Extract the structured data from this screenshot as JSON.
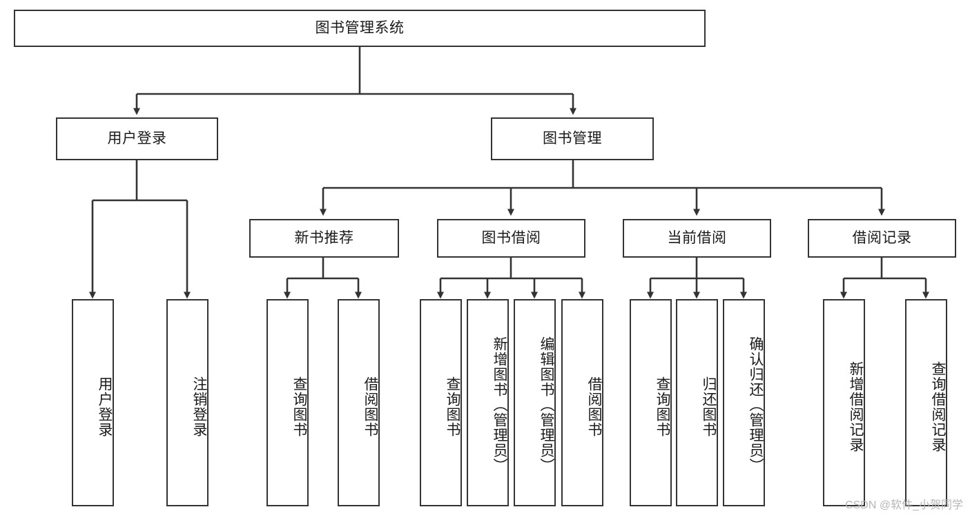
{
  "diagram": {
    "title": "图书管理系统",
    "type": "tree-structure-chart",
    "stroke_color": "#333333",
    "fill_color": "#ffffff",
    "text_color": "#1a1a1a",
    "watermark": "CSDN @软件_小贺同学",
    "nodes": {
      "root": {
        "label": "图书管理系统"
      },
      "level2": [
        {
          "label": "用户登录"
        },
        {
          "label": "图书管理"
        }
      ],
      "level3": [
        {
          "label": "新书推荐"
        },
        {
          "label": "图书借阅"
        },
        {
          "label": "当前借阅"
        },
        {
          "label": "借阅记录"
        }
      ],
      "leaves": {
        "user_login": [
          {
            "label": "用户登录"
          },
          {
            "label": "注销登录"
          }
        ],
        "new_book_recommend": [
          {
            "label": "查询图书"
          },
          {
            "label": "借阅图书"
          }
        ],
        "book_borrow": [
          {
            "label": "查询图书"
          },
          {
            "label": "新增图书（管理员）"
          },
          {
            "label": "编辑图书（管理员）"
          },
          {
            "label": "借阅图书"
          }
        ],
        "current_borrow": [
          {
            "label": "查询图书"
          },
          {
            "label": "归还图书"
          },
          {
            "label": "确认归还（管理员）"
          }
        ],
        "borrow_record": [
          {
            "label": "新增借阅记录"
          },
          {
            "label": "查询借阅记录"
          }
        ]
      }
    }
  }
}
